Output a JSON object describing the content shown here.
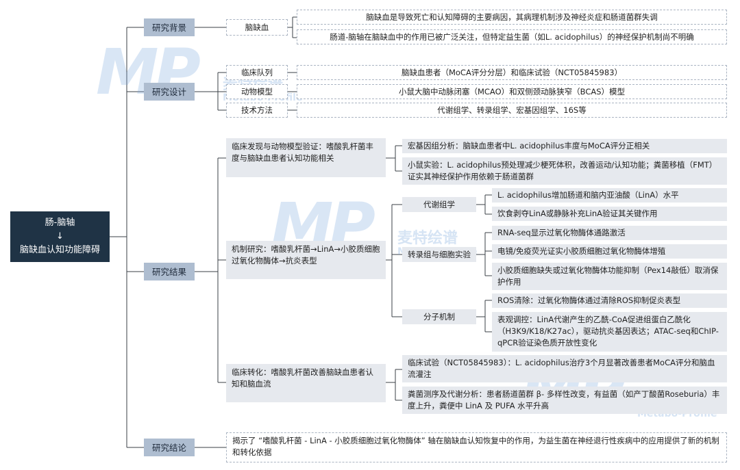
{
  "root": {
    "line1": "肠-脑轴",
    "arrow": "↓",
    "line2": "脑缺血认知功能障碍"
  },
  "background": {
    "label": "研究背景",
    "sub": "脑缺血",
    "items": [
      "脑缺血是导致死亡和认知障碍的主要病因，其病理机制涉及神经炎症和肠道菌群失调",
      "肠道-脑轴在脑缺血中的作用已被广泛关注，但特定益生菌（如L. acidophilus）的神经保护机制尚不明确"
    ]
  },
  "design": {
    "label": "研究设计",
    "rows": [
      {
        "name": "临床队列",
        "desc": "脑缺血患者（MoCA评分分层）和临床试验（NCT05845983）"
      },
      {
        "name": "动物模型",
        "desc": "小鼠大脑中动脉闭塞（MCAO）和双侧颈动脉狭窄（BCAS）模型"
      },
      {
        "name": "技术方法",
        "desc": "代谢组学、转录组学、宏基因组学、16S等"
      }
    ]
  },
  "results": {
    "label": "研究结果",
    "clinical": {
      "title": "临床发现与动物模型验证：嗜酸乳杆菌丰度与脑缺血患者认知功能相关",
      "items": [
        "宏基因组分析：脑缺血患者中L. acidophilus丰度与MoCA评分正相关",
        "小鼠实验：L. acidophilus预处理减少梗死体积，改善运动/认知功能；粪菌移植（FMT）证实其神经保护作用依赖于肠道菌群"
      ]
    },
    "mechanism": {
      "title": "机制研究：嗜酸乳杆菌→LinA→小胶质细胞过氧化物酶体→抗炎表型",
      "groups": [
        {
          "name": "代谢组学",
          "items": [
            "L. acidophilus增加肠道和脑内亚油酸（LinA）水平",
            "饮食剥夺LinA或静脉补充LinA验证其关键作用"
          ]
        },
        {
          "name": "转录组与细胞实验",
          "items": [
            "RNA-seq显示过氧化物酶体通路激活",
            "电镜/免疫荧光证实小胶质细胞过氧化物酶体增殖",
            "小胶质细胞缺失或过氧化物酶体功能抑制（Pex14敲低）取消保护作用"
          ]
        },
        {
          "name": "分子机制",
          "items": [
            "ROS清除：过氧化物酶体通过清除ROS抑制促炎表型",
            "表观调控：LinA代谢产生的乙酰-CoA促进组蛋白乙酰化（H3K9/K18/K27ac），驱动抗炎基因表达；ATAC-seq和ChIP-qPCR验证染色质开放性变化"
          ]
        }
      ]
    },
    "translation": {
      "title": "临床转化：嗜酸乳杆菌改善脑缺血患者认知和脑血流",
      "items": [
        "临床试验（NCT05845983）：L. acidophilus治疗3个月显著改善患者MoCA评分和脑血流灌注",
        "粪菌测序及代谢分析：患者肠道菌群 β- 多样性改变，有益菌（如产丁酸菌Roseburia）丰度上升，粪便中 LinA 及 PUFA 水平升高"
      ]
    }
  },
  "conclusion": {
    "label": "研究结论",
    "text": "揭示了 “嗜酸乳杆菌 - LinA - 小胶质细胞过氧化物酶体” 轴在脑缺血认知恢复中的作用，为益生菌在神经退行性疾病中的应用提供了新的机制和转化依据"
  },
  "watermark": {
    "logo": "MP",
    "cn": "麦特绘谱",
    "en": "Metabo-Profile",
    "color": "#78a5dc"
  }
}
